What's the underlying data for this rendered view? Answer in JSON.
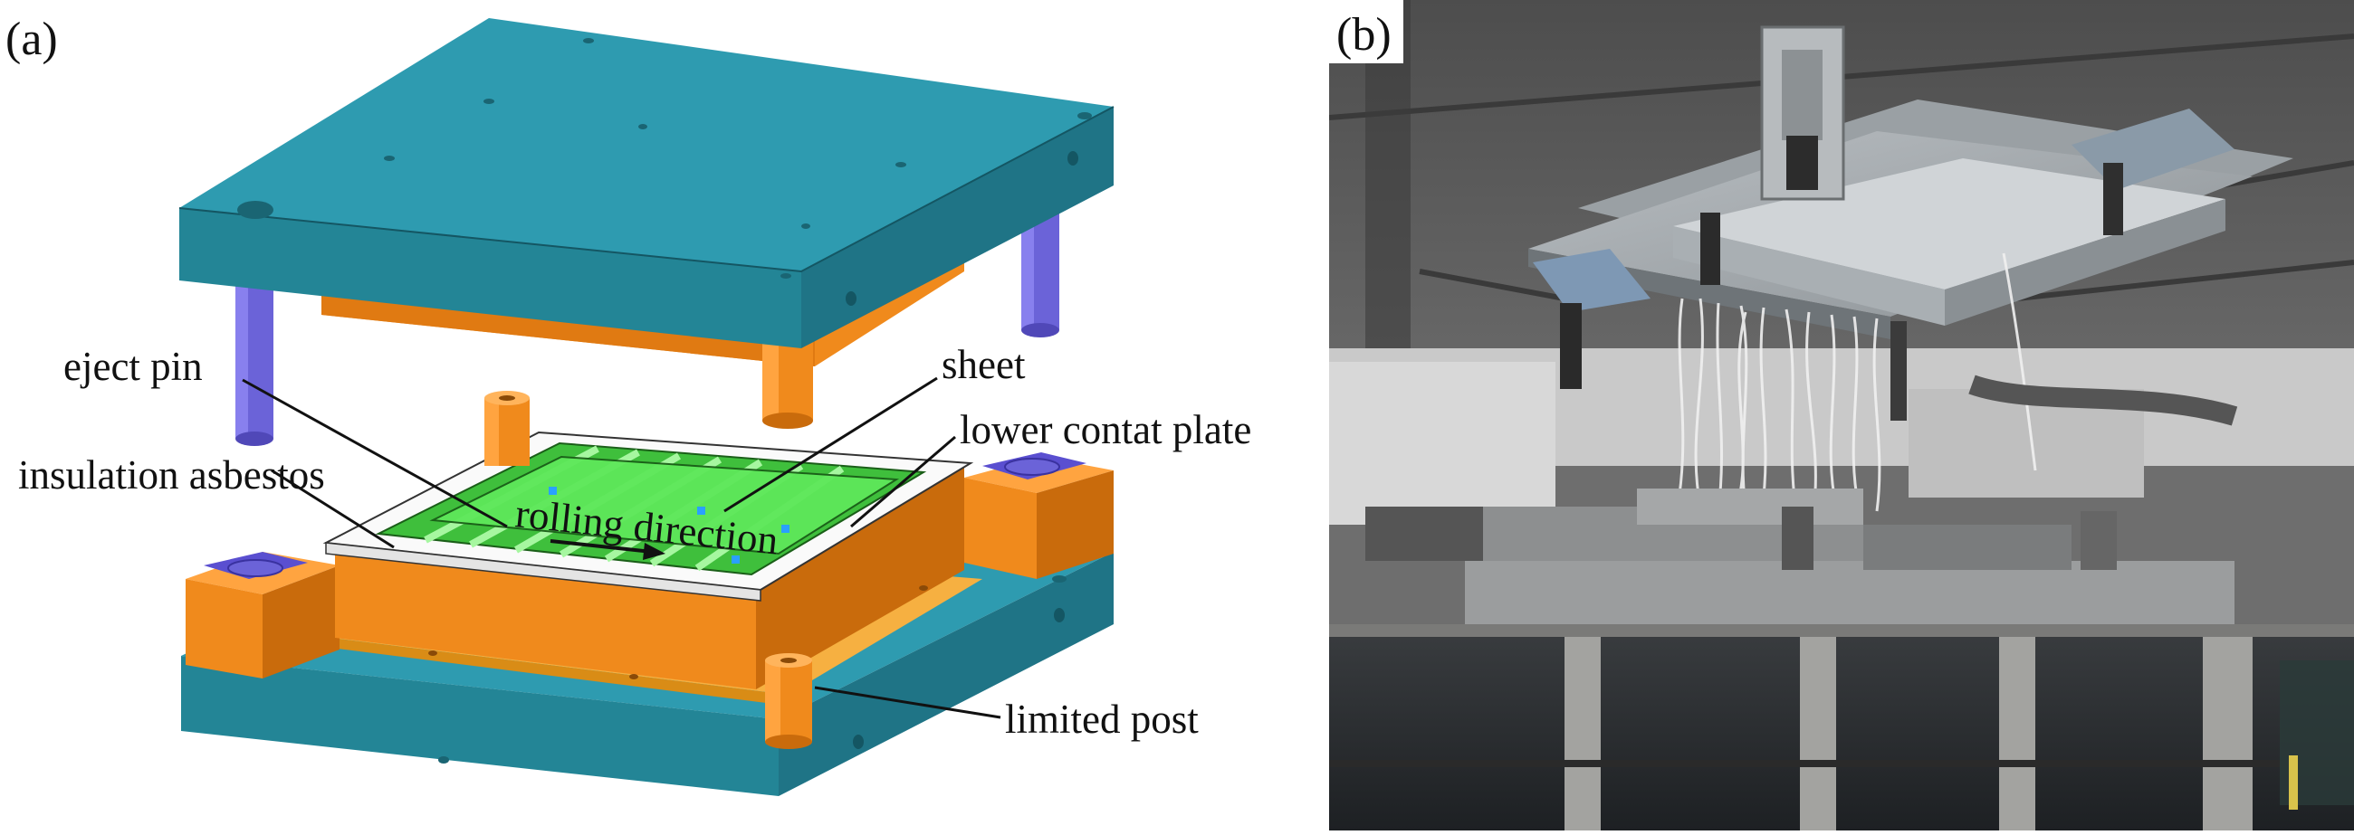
{
  "panels": {
    "a": {
      "label": "(a)",
      "annotations": {
        "eject_pin": "eject pin",
        "sheet": "sheet",
        "lower_contact_plate": "lower contat plate",
        "insulation_asbestos": "insulation asbestos",
        "rolling_direction": "rolling direction",
        "limited_post": "limited post"
      }
    },
    "b": {
      "label": "(b)"
    }
  },
  "colors": {
    "die_plate": "#2e9bb0",
    "die_plate_dark": "#1f7486",
    "guide_pillar": "#6b63d8",
    "orange_block": "#f08a1c",
    "orange_dark": "#c96b0c",
    "sheet_green": "#5ee85a",
    "asbestos_white": "#fafafa"
  }
}
